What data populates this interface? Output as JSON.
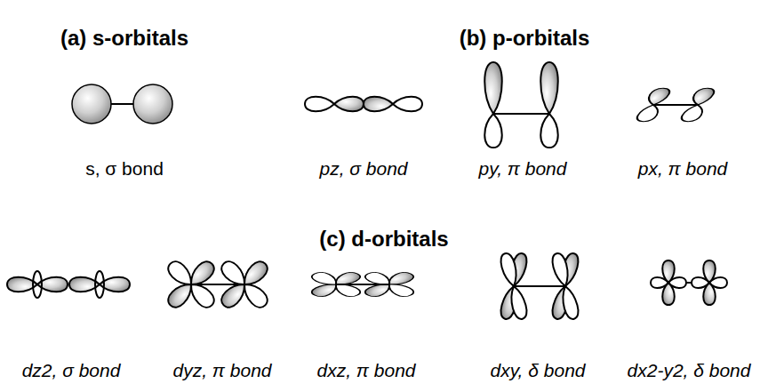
{
  "diagram": {
    "labels": [
      "(a) s-orbitals",
      "(b) p-orbitals",
      "(c) d-orbitals",
      "s, σ bond",
      "pz, σ bond",
      "py, π bond",
      "px, π bond",
      "dz2, σ bond",
      "dyz, π bond",
      "dxz, π bond",
      "dxy, δ bond",
      "dx2-y2, δ bond"
    ]
  }
}
